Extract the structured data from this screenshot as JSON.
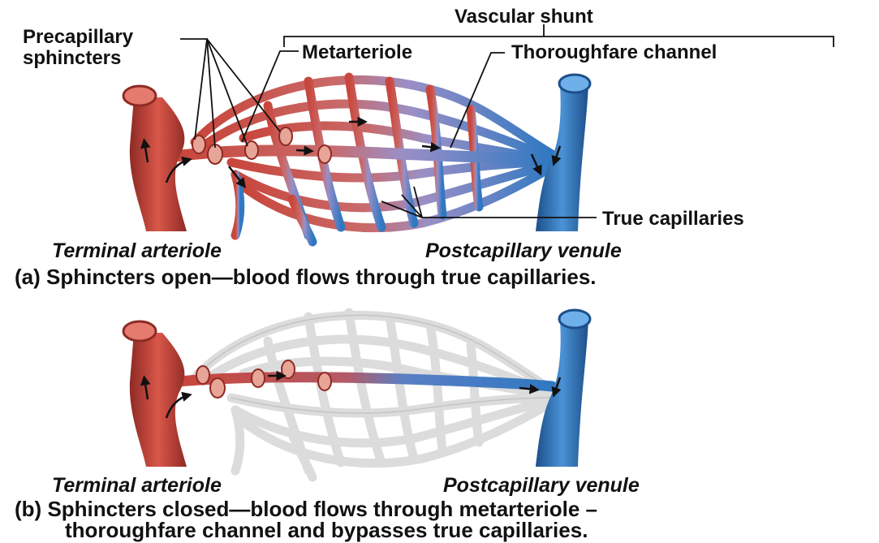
{
  "labels": {
    "precapillary_1": "Precapillary",
    "precapillary_2": "sphincters",
    "vascular_shunt": "Vascular shunt",
    "metarteriole": "Metarteriole",
    "thoroughfare": "Thoroughfare channel",
    "true_capillaries": "True capillaries"
  },
  "panel_a": {
    "terminal_arteriole": "Terminal arteriole",
    "postcapillary_venule": "Postcapillary venule",
    "caption_letter": "(a)",
    "caption_bold": "Sphincters open",
    "caption_rest": "—blood flows through true capillaries."
  },
  "panel_b": {
    "terminal_arteriole": "Terminal arteriole",
    "postcapillary_venule": "Postcapillary venule",
    "caption_letter": "(b)",
    "caption_bold": "Sphincters closed",
    "caption_rest_1": "—blood flows through metarteriole –",
    "caption_rest_2": "thoroughfare channel and bypasses true capillaries."
  },
  "colors": {
    "artery": "#c8463c",
    "artery_dark": "#8e2a24",
    "vein": "#2f78c2",
    "vein_dark": "#1d4f8a",
    "mid": "#9a6fb0",
    "closed": "#d9d9d9",
    "sphincter": "#e6a597"
  }
}
